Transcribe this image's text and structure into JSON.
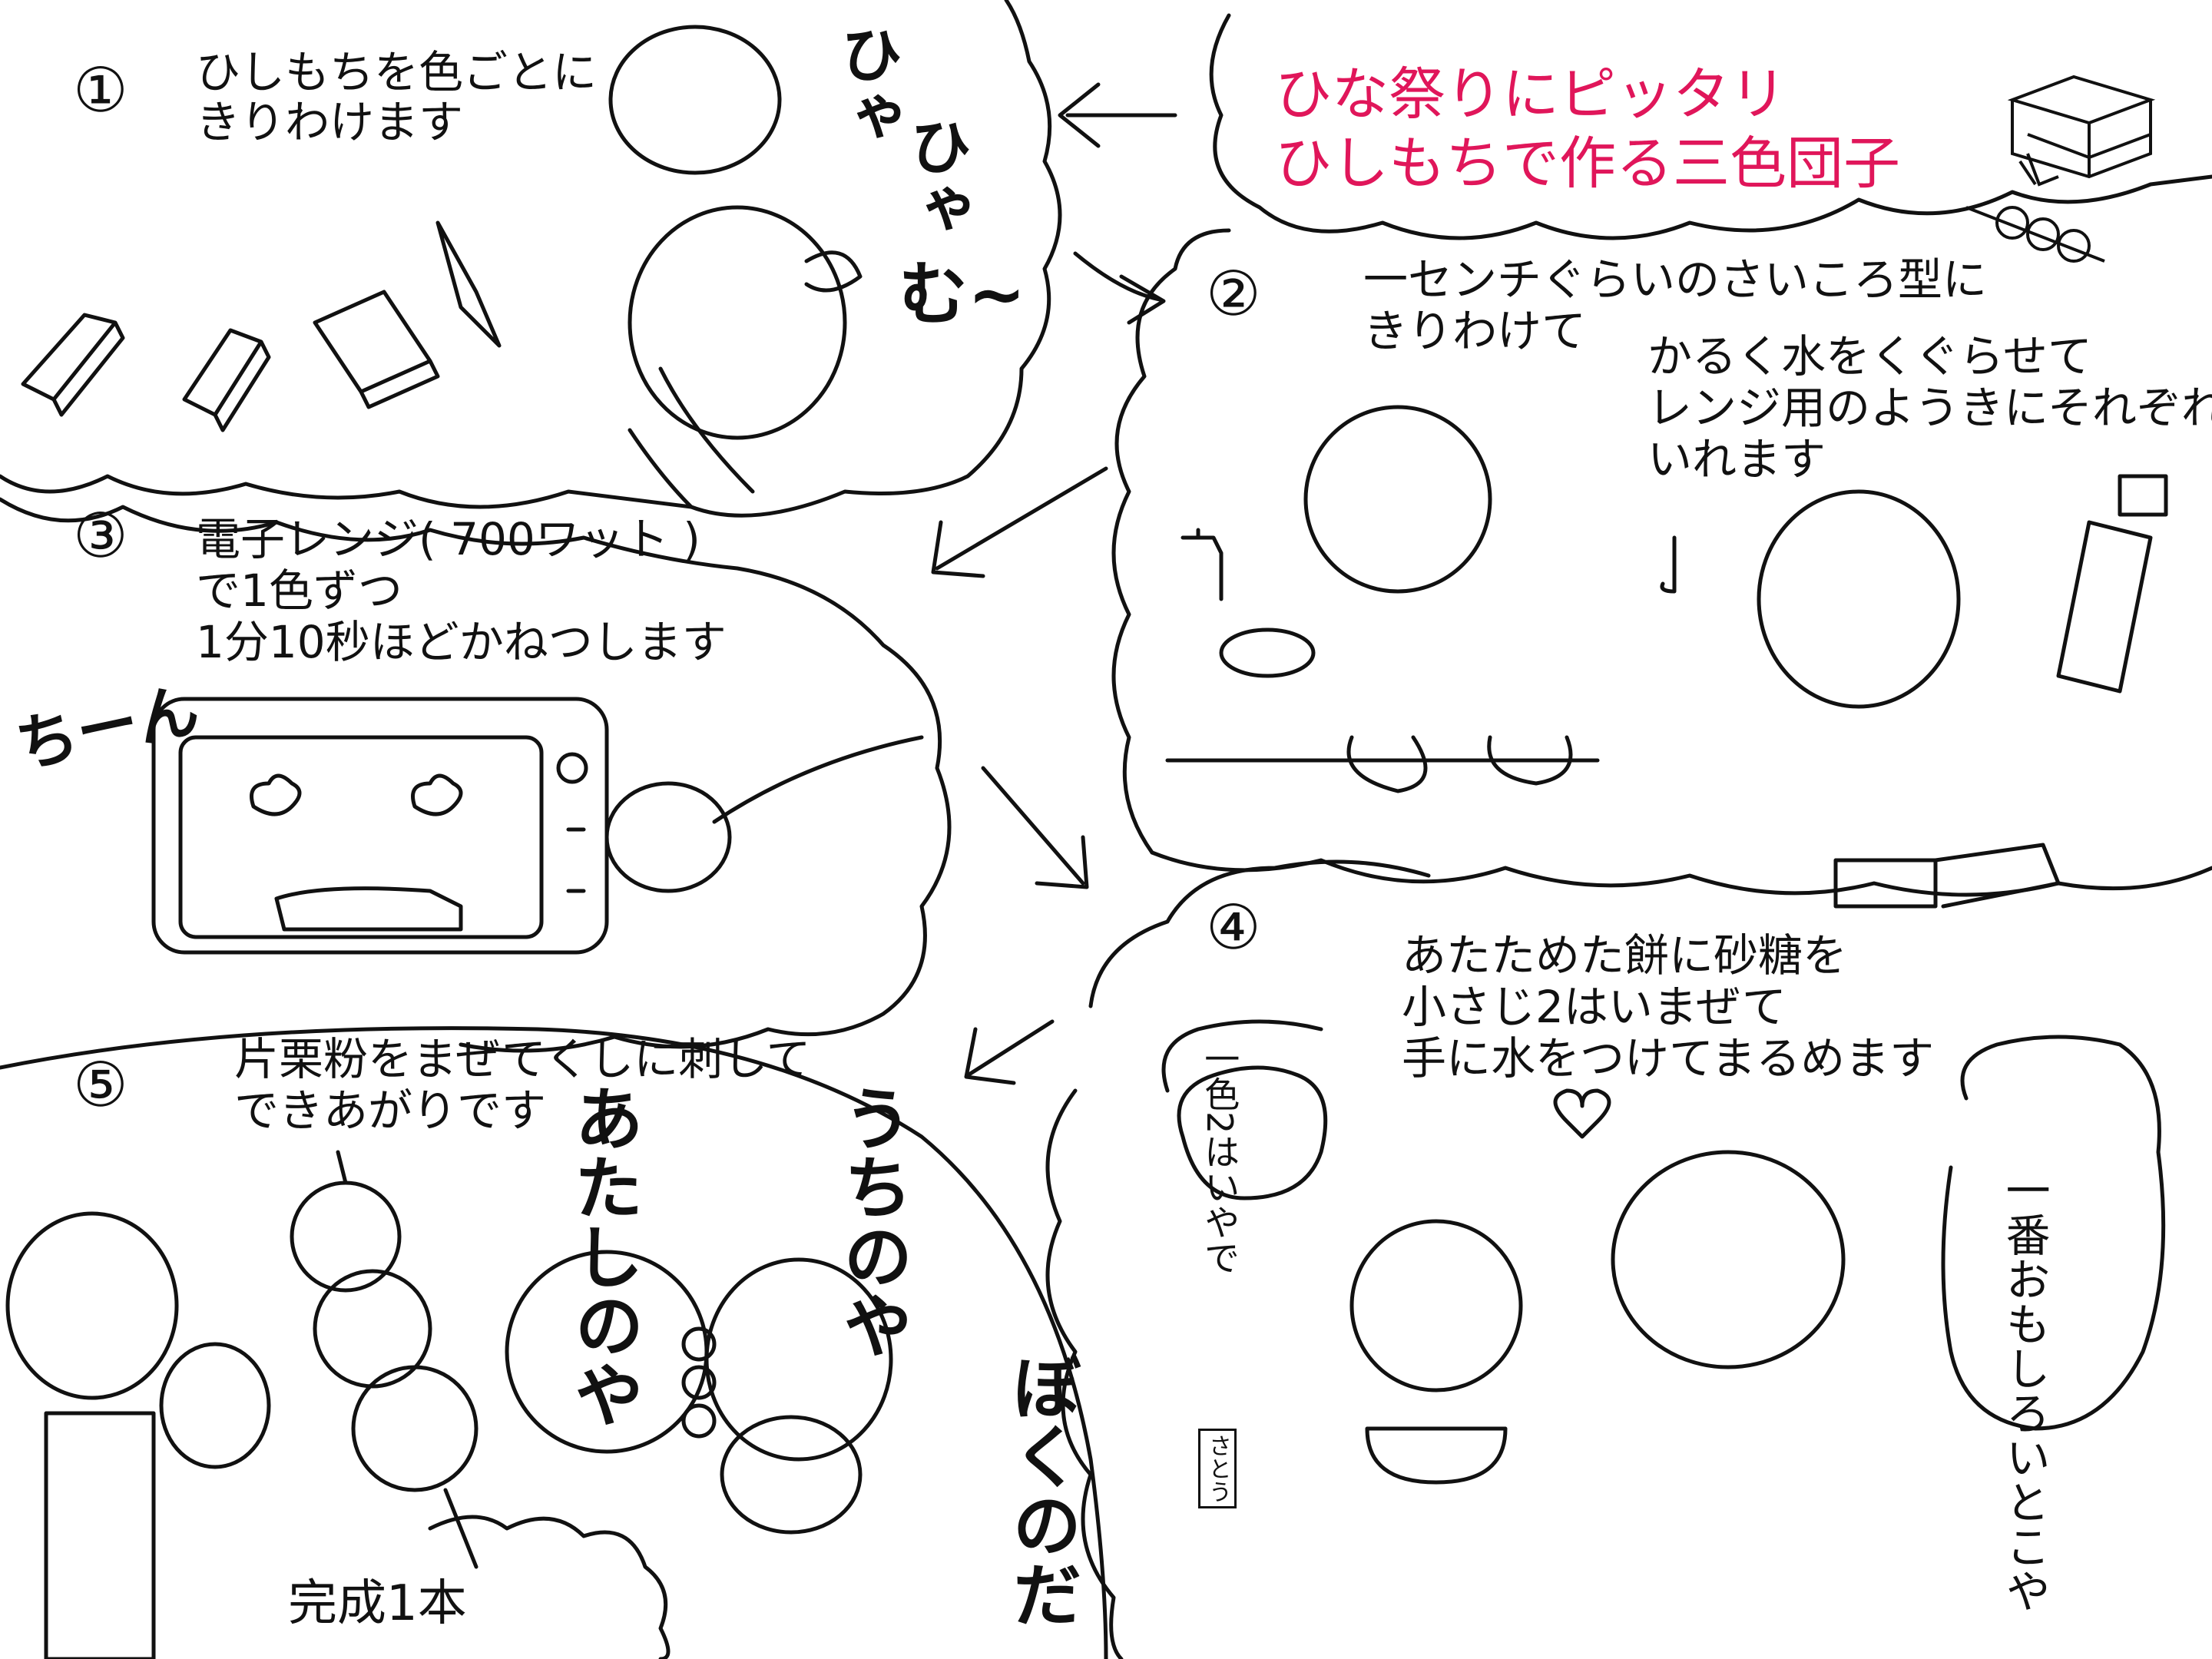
{
  "title": {
    "line1": "ひな祭りにピッタリ",
    "line2": "ひしもちで作る三色団子",
    "color": "#e0165a"
  },
  "steps": [
    {
      "num": "①",
      "line1": "ひしもちを色ごとに",
      "line2": "きりわけます"
    },
    {
      "num": "②",
      "line1": "一センチぐらいのさいころ型に",
      "line2": "きりわけて",
      "extra1": "かるく水をくぐらせて",
      "extra2": "レンジ用のようきにそれぞれ",
      "extra3": "いれます"
    },
    {
      "num": "③",
      "line1": "電子レンジ( 700ワット )",
      "line2": "で1色ずつ",
      "line3": "1分10秒ほどかねつします"
    },
    {
      "num": "④",
      "line1": "あたためた餅に砂糖を",
      "line2": "小さじ2はいまぜて",
      "line3": "手に水をつけてまるめます"
    },
    {
      "num": "⑤",
      "line1": "片栗粉をまぜてくしに刺して",
      "line2": "できあがりです"
    }
  ],
  "sfx": {
    "hiya1": "ひゃ",
    "hiya2": "ひゃ",
    "mu": "む~",
    "chin": "ちーん",
    "atashi": "あたしのや",
    "uchi": "うちのや",
    "boku": "ぼくのだ",
    "kansei": "完成1本"
  },
  "speech": {
    "left": "一色2はいやで",
    "right": "一番おもしろいとこや"
  },
  "signature": "さとう"
}
